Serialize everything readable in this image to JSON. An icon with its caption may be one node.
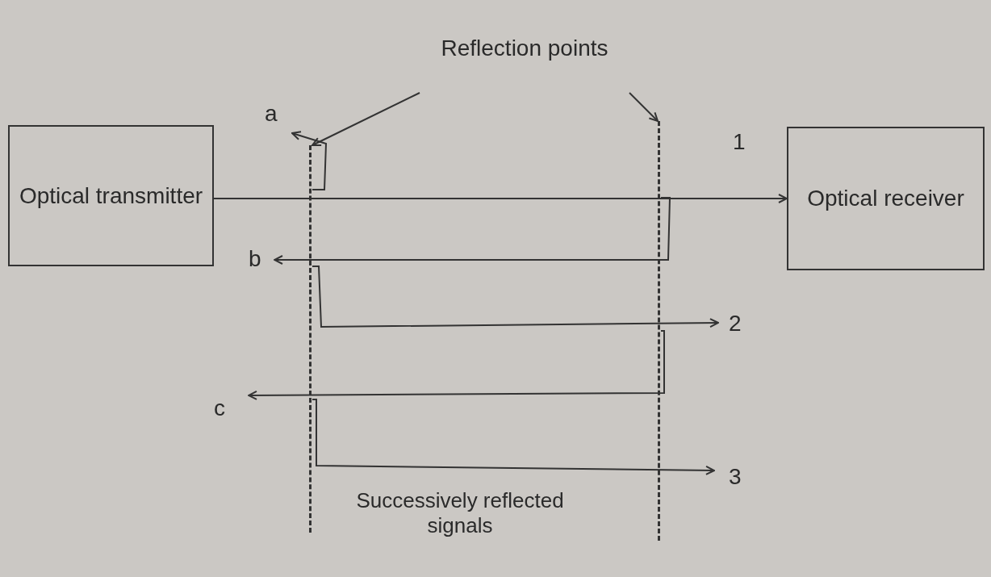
{
  "diagram": {
    "nodes": [
      {
        "text": [
          "Optical transmitter"
        ]
      },
      {
        "text": [
          "Optical receiver"
        ]
      },
      {
        "text": [
          "Reflection points"
        ]
      },
      {
        "text": [],
        "shape": "line"
      },
      {
        "text": [],
        "shape": "line"
      }
    ],
    "edges": [
      {
        "from": 0,
        "to": 1,
        "arrow": "to",
        "label": "1"
      },
      {
        "from": 2,
        "to": 3,
        "arrow": "to"
      },
      {
        "from": 2,
        "to": 4,
        "arrow": "to"
      },
      {
        "from": 3,
        "to": null,
        "arrow": "to",
        "label": "a"
      },
      {
        "from": 4,
        "to": null,
        "arrow": "to",
        "label": "b"
      },
      {
        "from": 3,
        "to": null,
        "arrow": "to",
        "label": "2"
      },
      {
        "from": 4,
        "to": null,
        "arrow": "to",
        "label": "c"
      },
      {
        "from": 3,
        "to": null,
        "arrow": "to",
        "label": "3"
      }
    ],
    "labels": [
      "Successively reflected signals"
    ]
  }
}
